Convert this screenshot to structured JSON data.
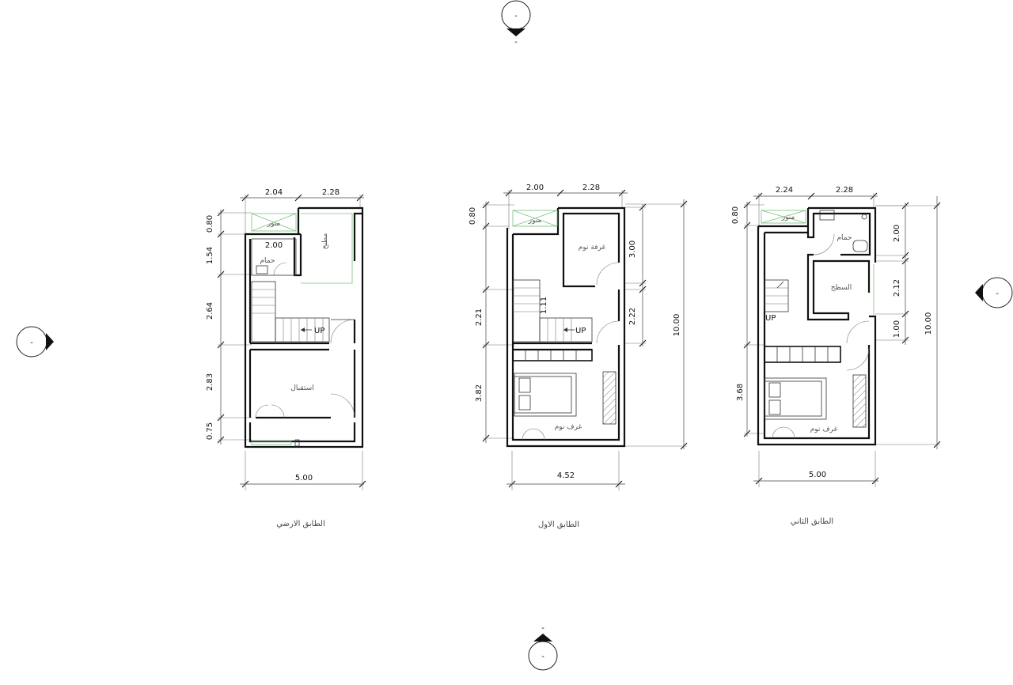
{
  "section_markers": {
    "top": "-",
    "bottom": "-",
    "left": "-",
    "right": "-"
  },
  "up_label": "UP",
  "plans": [
    {
      "title": "الطابق الارضي",
      "dims": {
        "top_left": "2.04",
        "top_right": "2.28",
        "inner": "2.00",
        "overall_width": "5.00",
        "left": [
          "0.80",
          "1.54",
          "2.64",
          "2.83",
          "0.75"
        ]
      },
      "rooms": {
        "shaft": "منور",
        "kitchen": "مطبخ",
        "bath": "حمام",
        "reception": "استقبال"
      }
    },
    {
      "title": "الطابق الاول",
      "dims": {
        "top_left": "2.00",
        "top_right": "2.28",
        "overall_width": "4.52",
        "stair": "1.11",
        "total_height": "10.00",
        "left": [
          "0.80",
          "2.21",
          "3.82"
        ],
        "right": [
          "3.00",
          "2.22"
        ]
      },
      "rooms": {
        "shaft": "منور",
        "bedroom1": "غرفة نوم",
        "bedroom2": "غرف نوم"
      }
    },
    {
      "title": "الطابق الثاني",
      "dims": {
        "top_left": "2.24",
        "top_right": "2.28",
        "overall_width": "5.00",
        "total_height": "10.00",
        "left": [
          "0.80",
          "3.68"
        ],
        "right": [
          "2.00",
          "2.12",
          "1.00"
        ]
      },
      "rooms": {
        "shaft": "منور",
        "bath": "حمام",
        "roof": "السطح",
        "bedroom": "غرف نوم"
      }
    }
  ]
}
